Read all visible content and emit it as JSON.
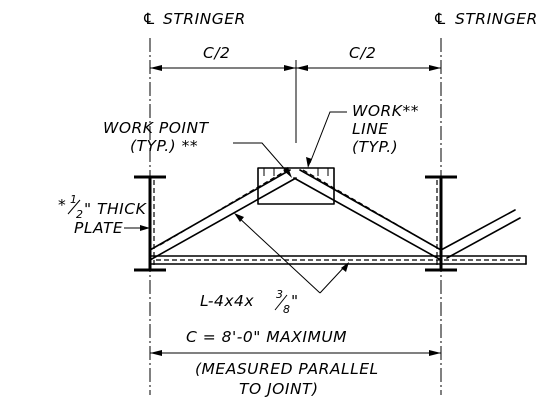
{
  "labels": {
    "cl_symbol": "℄",
    "stringer_left": "STRINGER",
    "stringer_right": "STRINGER",
    "half_spacing_left": "C/2",
    "half_spacing_right": "C/2",
    "work_point_line1": "WORK POINT",
    "work_point_line2": "(TYP.) **",
    "work_line_line1": "WORK**",
    "work_line_line2": "LINE",
    "work_line_line3": "(TYP.)",
    "plate_star": "*",
    "plate_frac_num": "1",
    "plate_frac_den": "2",
    "plate_line1_rest": "\" THICK",
    "plate_line2": "PLATE",
    "angle_prefix": "L-4x4x",
    "angle_frac_num": "3",
    "angle_frac_den": "8",
    "angle_suffix": "\"",
    "spacing_line1": "C = 8'-0\" MAXIMUM",
    "spacing_line2": "(MEASURED PARALLEL",
    "spacing_line3": "TO JOINT)"
  }
}
